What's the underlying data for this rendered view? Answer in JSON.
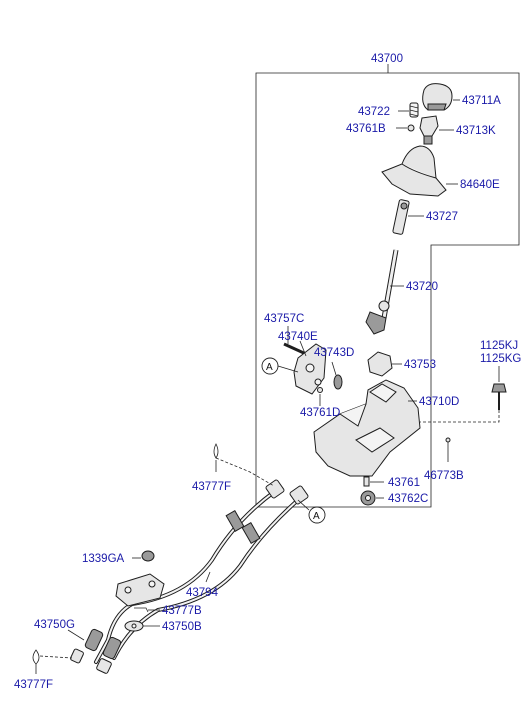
{
  "labels": {
    "assembly": "43700",
    "knob": "43711A",
    "spring": "43722",
    "knob_bolt": "43761B",
    "knob_bracket": "43713K",
    "boot": "84640E",
    "rod_upper": "43727",
    "lever": "43720",
    "bracket_bolt": "43757C",
    "bracket": "43740E",
    "bushing_small": "43743D",
    "clip": "43761D",
    "bushing": "43753",
    "housing": "43710D",
    "bolt_kj": "1125KJ",
    "bolt_kg": "1125KG",
    "pin": "46773B",
    "pin_43761": "43761",
    "nut": "43762C",
    "cable_clip_top": "43777F",
    "cable": "43794",
    "grommet": "1339GA",
    "clip_b": "43777B",
    "washer": "43750B",
    "cable_end": "43750G",
    "cable_clip_bottom": "43777F"
  },
  "refs": {
    "a1": "A",
    "a2": "A"
  }
}
